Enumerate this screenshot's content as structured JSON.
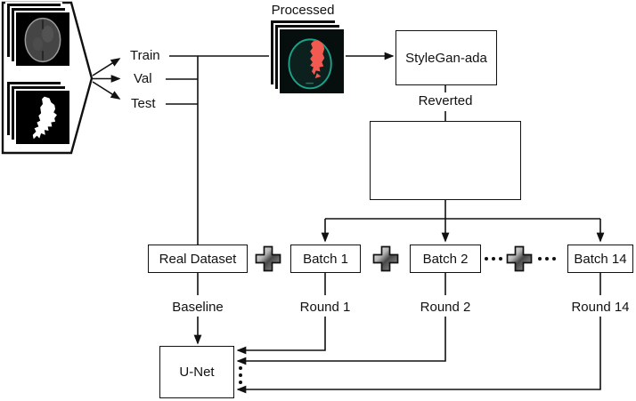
{
  "labels": {
    "processed": "Processed",
    "train": "Train",
    "val": "Val",
    "test": "Test",
    "reverted": "Reverted",
    "baseline": "Baseline",
    "round1": "Round 1",
    "round2": "Round 2",
    "round14": "Round 14"
  },
  "boxes": {
    "stylegan": "StyleGan-ada",
    "real_dataset": "Real Dataset",
    "batch1": "Batch 1",
    "batch2": "Batch 2",
    "batch14": "Batch 14",
    "unet": "U-Net"
  },
  "icons": {
    "brain_mri": "brain-mri-image",
    "segmentation_mask": "segmentation-mask-image",
    "processed_overlay": "processed-overlay-image",
    "plus": "plus-icon",
    "ellipsis": "ellipsis-dots"
  },
  "colors": {
    "line": "#111111",
    "box_fill": "#ffffff",
    "image_bg": "#000000",
    "brain_gray": "#454545",
    "skull_rim": "#9a9a9a",
    "mask_white": "#ffffff",
    "processed_teal": "#1da189",
    "processed_red": "#f25950"
  }
}
